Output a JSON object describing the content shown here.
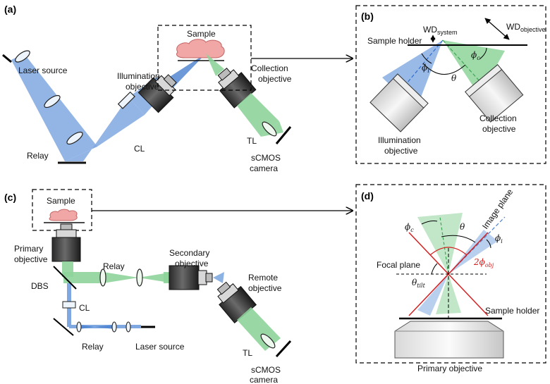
{
  "colors": {
    "illumination": "#7fa8e0",
    "illumination_dark": "#4a7fd0",
    "collection": "#8ed49a",
    "collection_dark": "#3fa655",
    "sample": "#f2a7a7",
    "red": "#d42020"
  },
  "panel_a": {
    "tag": "(a)",
    "laser_source": "Laser source",
    "relay": "Relay",
    "cl": "CL",
    "illumination_objective": [
      "Illumination",
      "objective"
    ],
    "sample": "Sample",
    "collection_objective": [
      "Collection",
      "objective"
    ],
    "tl": "TL",
    "camera": [
      "sCMOS",
      "camera"
    ]
  },
  "panel_b": {
    "tag": "(b)",
    "sample_holder": "Sample holder",
    "wd_system": "WD",
    "wd_system_sub": "system",
    "wd_objective": "WD",
    "wd_objective_sub": "objective",
    "phi_i": "ϕ",
    "phi_i_sub": "i",
    "phi_c": "ϕ",
    "phi_c_sub": "c",
    "theta": "θ",
    "illumination_objective": [
      "Illumination",
      "objective"
    ],
    "collection_objective": [
      "Collection",
      "objective"
    ]
  },
  "panel_c": {
    "tag": "(c)",
    "sample": "Sample",
    "primary_objective": [
      "Primary",
      "objective"
    ],
    "dbs": "DBS",
    "cl": "CL",
    "relay_top": "Relay",
    "relay_bottom": "Relay",
    "laser_source": "Laser source",
    "secondary_objective": [
      "Secondary",
      "objective"
    ],
    "remote_objective": [
      "Remote",
      "objective"
    ],
    "tl": "TL",
    "camera": [
      "sCMOS",
      "camera"
    ]
  },
  "panel_d": {
    "tag": "(d)",
    "phi_c": "ϕ",
    "phi_c_sub": "c",
    "theta": "θ",
    "image_plane": "Image plane",
    "phi_i": "ϕ",
    "phi_i_sub": "i",
    "two_phi_obj": "2ϕ",
    "two_phi_obj_sub": "obj",
    "focal_plane": "Focal plane",
    "theta_tilt": "θ",
    "theta_tilt_sub": "tilt",
    "sample_holder": "Sample holder",
    "primary_objective": "Primary objective"
  }
}
